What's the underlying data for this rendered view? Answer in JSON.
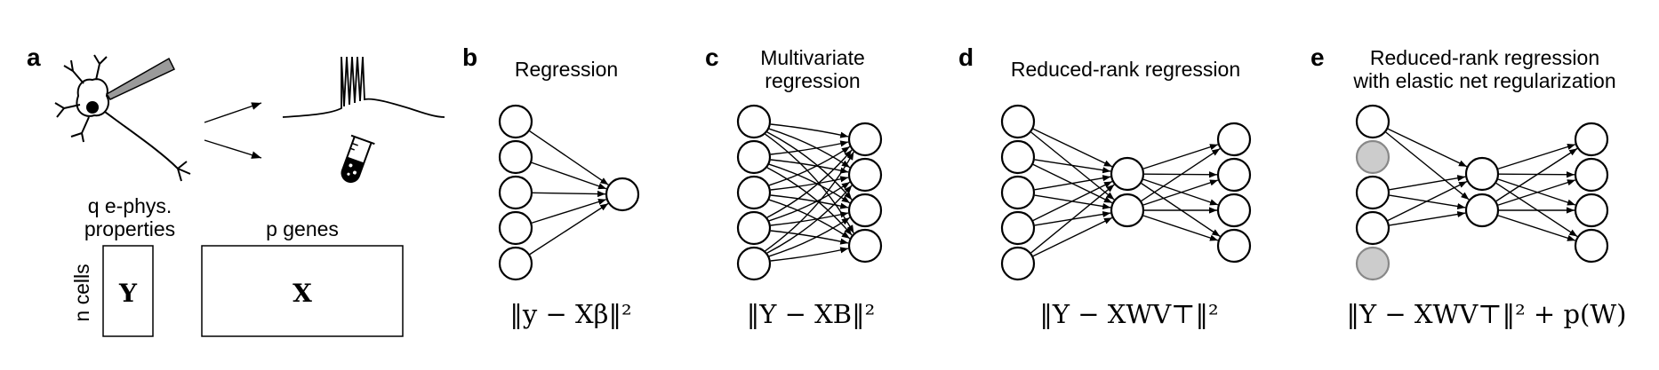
{
  "panel_a": {
    "label": "a",
    "matrix_Y": {
      "header_line1": "q e-phys.",
      "header_line2": "properties",
      "symbol": "Y",
      "row_label": "n cells"
    },
    "matrix_X": {
      "header": "p genes",
      "symbol": "X"
    },
    "icons": [
      "neuron-with-electrode-icon",
      "spike-trace-icon",
      "test-tube-icon",
      "arrow-icon"
    ]
  },
  "panels": [
    {
      "id": "b",
      "label": "b",
      "title": [
        "Regression"
      ],
      "formula": "‖y − Xβ‖²",
      "network": {
        "layers": [
          5,
          1
        ],
        "mode": "full",
        "dropped_inputs": []
      }
    },
    {
      "id": "c",
      "label": "c",
      "title": [
        "Multivariate",
        "regression"
      ],
      "formula": "‖Y − XB‖²",
      "network": {
        "layers": [
          5,
          4
        ],
        "mode": "full",
        "dropped_inputs": []
      }
    },
    {
      "id": "d",
      "label": "d",
      "title": [
        "Reduced-rank regression"
      ],
      "formula": "‖Y − XWV⊤‖²",
      "network": {
        "layers": [
          5,
          2,
          4
        ],
        "mode": "full",
        "dropped_inputs": []
      }
    },
    {
      "id": "e",
      "label": "e",
      "title": [
        "Reduced-rank regression",
        "with elastic net regularization"
      ],
      "formula": "‖Y − XWV⊤‖² + p(W)",
      "network": {
        "layers": [
          5,
          2,
          4
        ],
        "mode": "sparse",
        "dropped_inputs": [
          1,
          4
        ]
      }
    }
  ]
}
